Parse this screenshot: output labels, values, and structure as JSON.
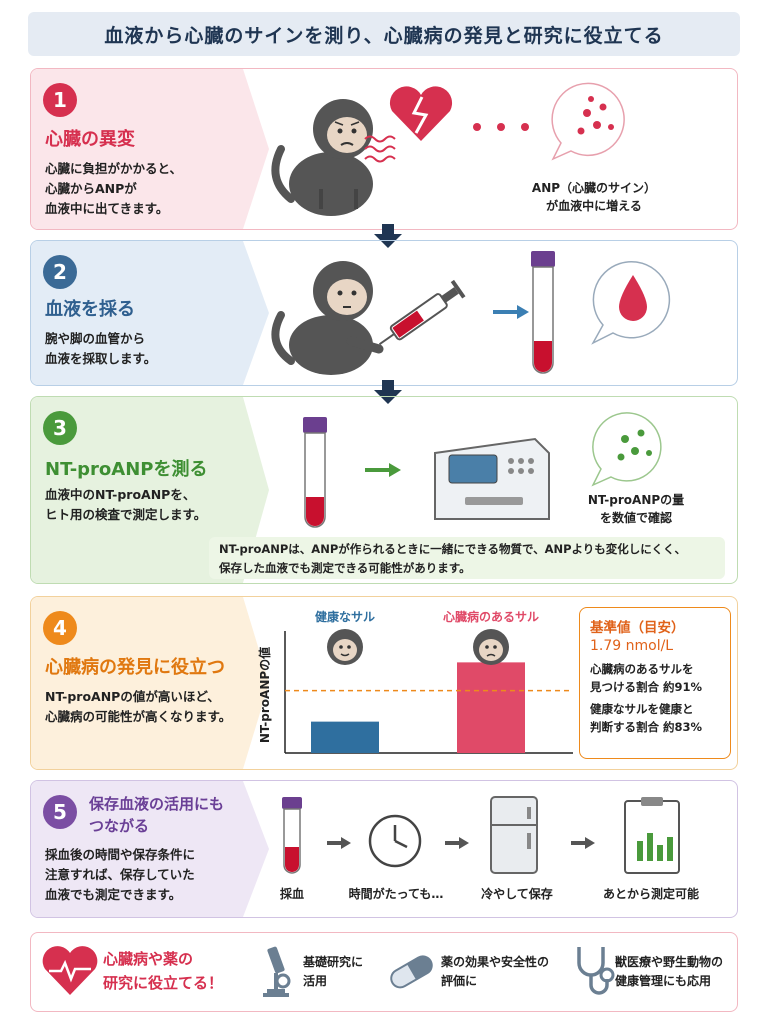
{
  "title": "血液から心臓のサインを測り、心臓病の発見と研究に役立てる",
  "steps": [
    {
      "num": "1",
      "heading": "心臓の異変",
      "desc": [
        "心臓に負担がかかると、",
        "心臓からANPが",
        "血液中に出てきます。"
      ],
      "caption": [
        "ANP（心臓のサイン）",
        "が血液中に増える"
      ]
    },
    {
      "num": "2",
      "heading": "血液を採る",
      "desc": [
        "腕や脚の血管から",
        "血液を採取します。"
      ]
    },
    {
      "num": "3",
      "heading": "NT-proANPを測る",
      "desc": [
        "血液中のNT-proANPを、",
        "ヒト用の検査で測定します。"
      ],
      "caption": [
        "NT-proANPの量",
        "を数値で確認"
      ],
      "note": [
        "NT-proANPは、ANPが作られるときに一緒にできる物質で、ANPよりも変化しにくく、",
        "保存した血液でも測定できる可能性があります。"
      ]
    },
    {
      "num": "4",
      "heading": "心臓病の発見に役立つ",
      "desc": [
        "NT-proANPの値が高いほど、",
        "心臓病の可能性が高くなります。"
      ]
    },
    {
      "num": "5",
      "heading": [
        "保存血液の活用にも",
        "つながる"
      ],
      "desc": [
        "採血後の時間や保存条件に",
        "注意すれば、保存していた",
        "血液でも測定できます。"
      ],
      "flow": [
        "採血",
        "時間がたっても…",
        "冷やして保存",
        "あとから測定可能"
      ]
    }
  ],
  "chart_data": {
    "type": "bar",
    "categories": [
      "健康なサル",
      "心臓病のあるサル"
    ],
    "values": [
      0.9,
      2.6
    ],
    "ylabel": "NT-proANPの値",
    "threshold": 1.79,
    "ylim": [
      0,
      3.5
    ],
    "colors": [
      "#2f6f9f",
      "#e04a68"
    ]
  },
  "infobox": {
    "title": "基準値（目安）",
    "value": "1.79 nmol/L",
    "sensitivity": [
      "心臓病のあるサルを",
      "見つける割合 約91%"
    ],
    "specificity": [
      "健康なサルを健康と",
      "判断する割合 約83%"
    ]
  },
  "bottom": {
    "headline": [
      "心臓病や薬の",
      "研究に役立てる！"
    ],
    "items": [
      {
        "icon": "microscope-icon",
        "text": [
          "基礎研究に",
          "活用"
        ]
      },
      {
        "icon": "capsule-icon",
        "text": [
          "薬の効果や安全性の",
          "評価に"
        ]
      },
      {
        "icon": "stethoscope-icon",
        "text": [
          "獣医療や野生動物の",
          "健康管理にも応用"
        ]
      }
    ]
  }
}
